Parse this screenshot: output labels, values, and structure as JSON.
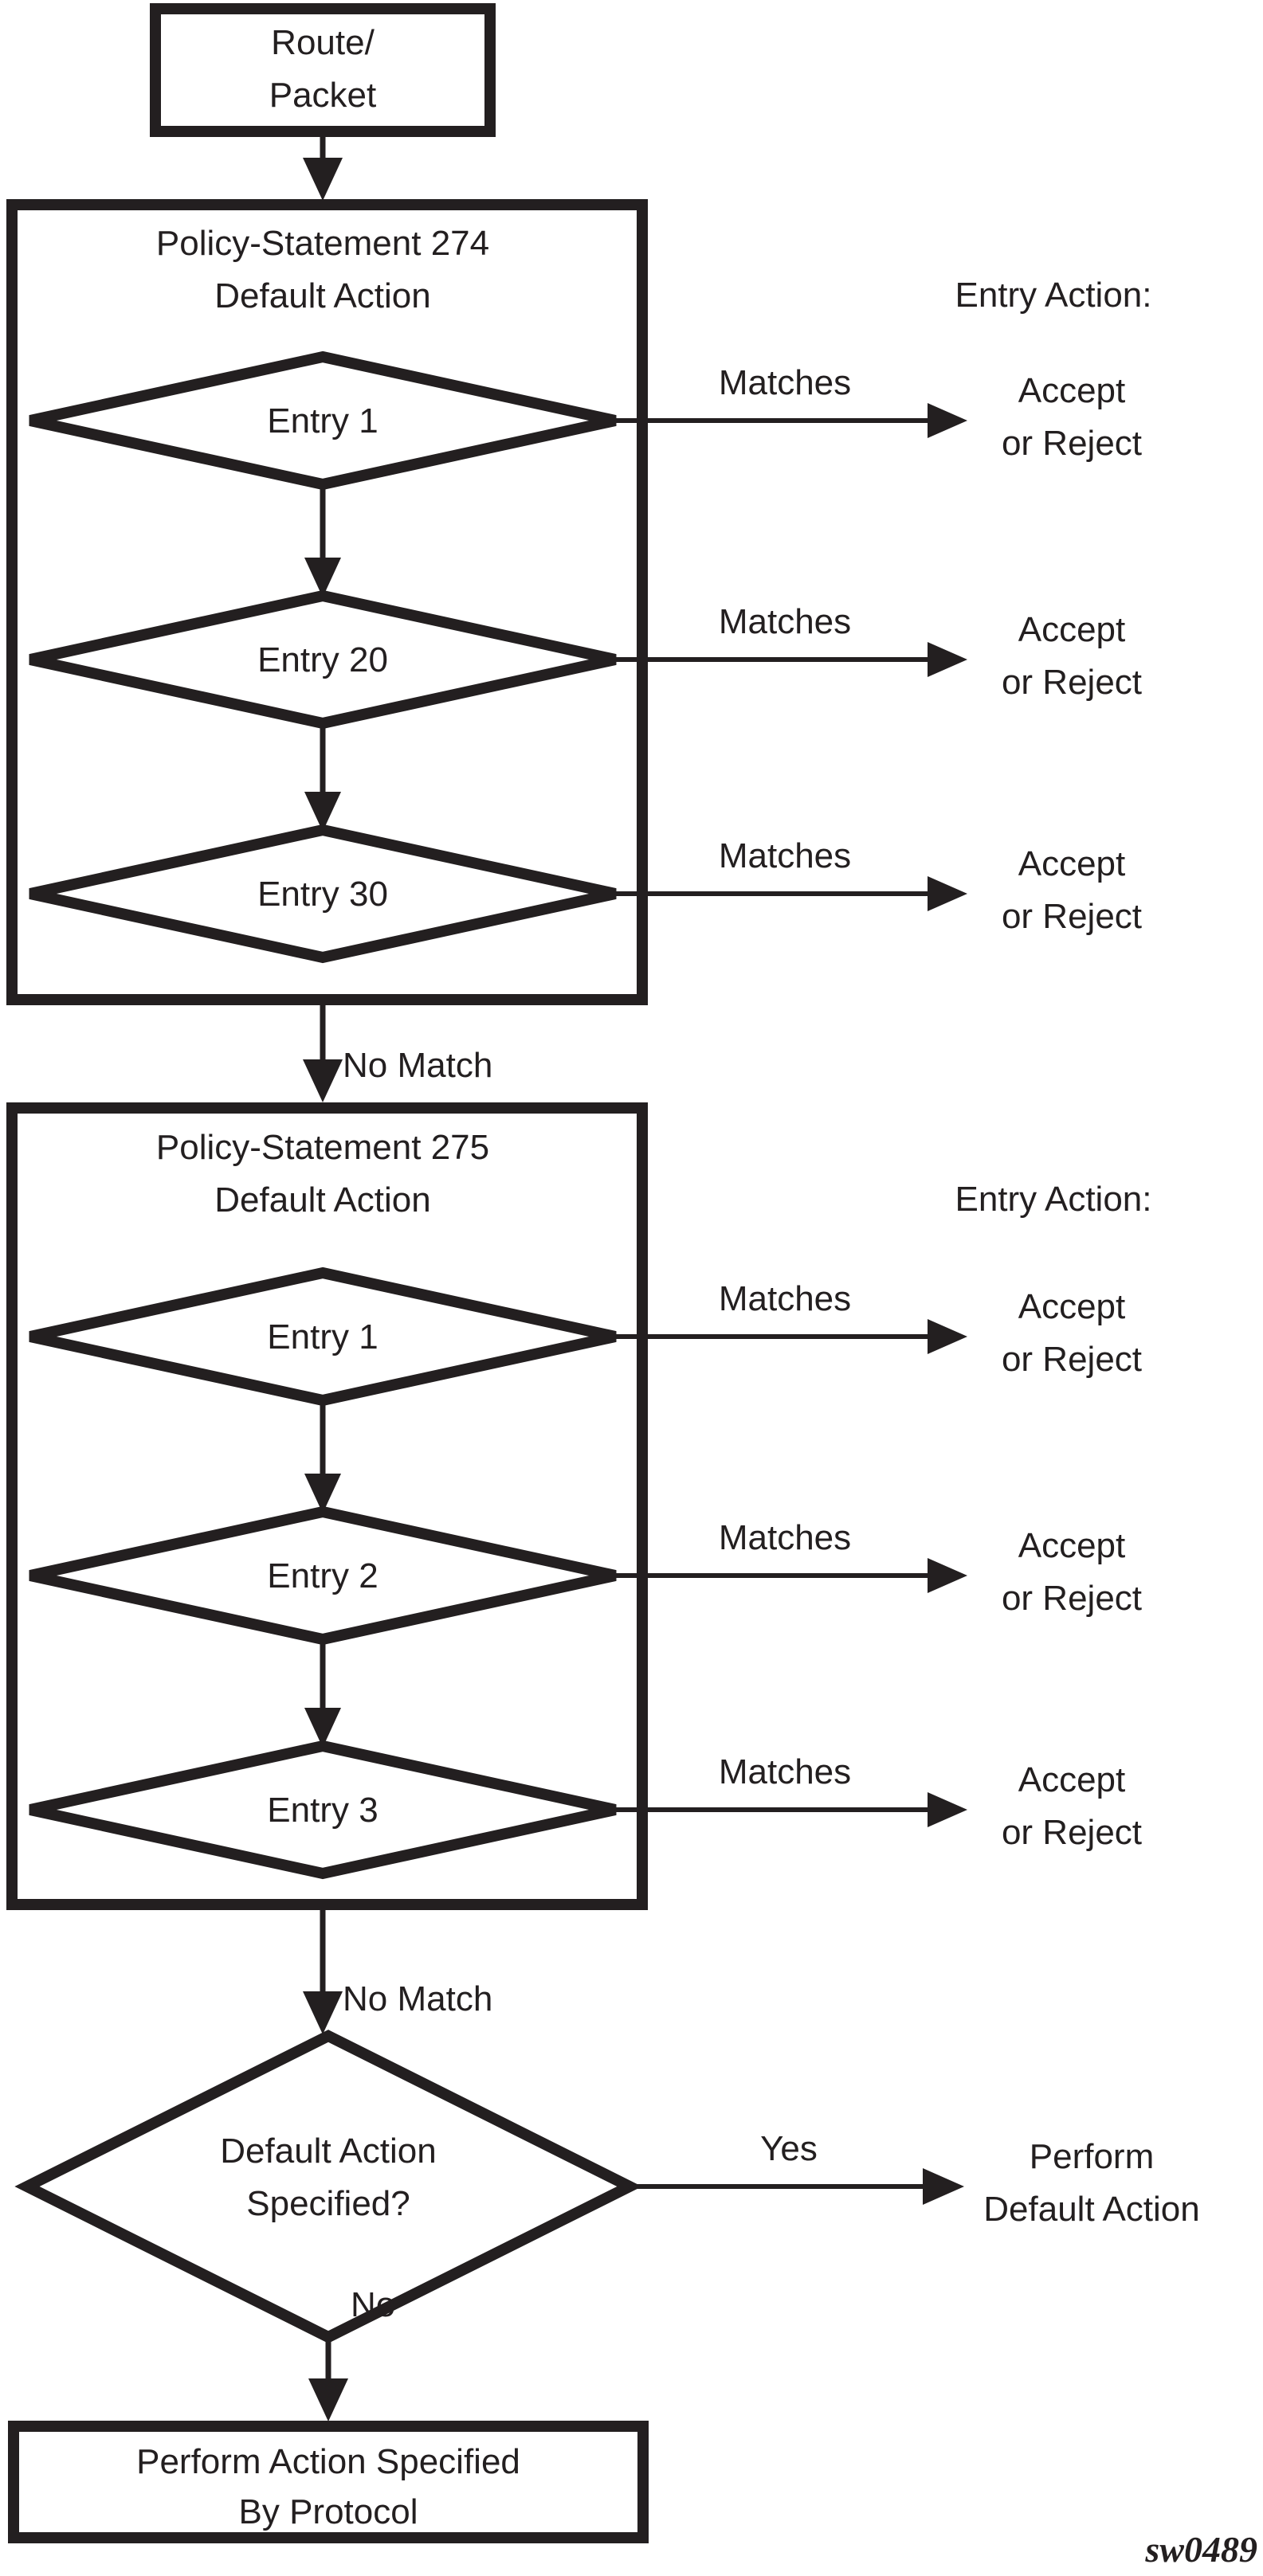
{
  "diagram": {
    "title_watermark": "sw0489",
    "colors": {
      "stroke": "#231f20",
      "background": "#ffffff"
    },
    "start_node": {
      "line1": "Route/",
      "line2": "Packet"
    },
    "policy_blocks": [
      {
        "header_line1": "Policy-Statement 274",
        "header_line2": "Default Action",
        "entries": [
          {
            "label": "Entry 1",
            "branch_label": "Matches",
            "action_line1": "Accept",
            "action_line2": "or Reject"
          },
          {
            "label": "Entry 20",
            "branch_label": "Matches",
            "action_line1": "Accept",
            "action_line2": "or Reject"
          },
          {
            "label": "Entry 30",
            "branch_label": "Matches",
            "action_line1": "Accept",
            "action_line2": "or Reject"
          }
        ],
        "exit_label": "No Match",
        "entry_action_header": "Entry Action:"
      },
      {
        "header_line1": "Policy-Statement 275",
        "header_line2": "Default Action",
        "entries": [
          {
            "label": "Entry 1",
            "branch_label": "Matches",
            "action_line1": "Accept",
            "action_line2": "or Reject"
          },
          {
            "label": "Entry 2",
            "branch_label": "Matches",
            "action_line1": "Accept",
            "action_line2": "or Reject"
          },
          {
            "label": "Entry 3",
            "branch_label": "Matches",
            "action_line1": "Accept",
            "action_line2": "or Reject"
          }
        ],
        "exit_label": "No Match",
        "entry_action_header": "Entry Action:"
      }
    ],
    "decision": {
      "line1": "Default Action",
      "line2": "Specified?",
      "yes_label": "Yes",
      "no_label": "No",
      "yes_target_line1": "Perform",
      "yes_target_line2": "Default Action"
    },
    "terminal": {
      "line1": "Perform Action Specified",
      "line2": "By Protocol"
    }
  }
}
